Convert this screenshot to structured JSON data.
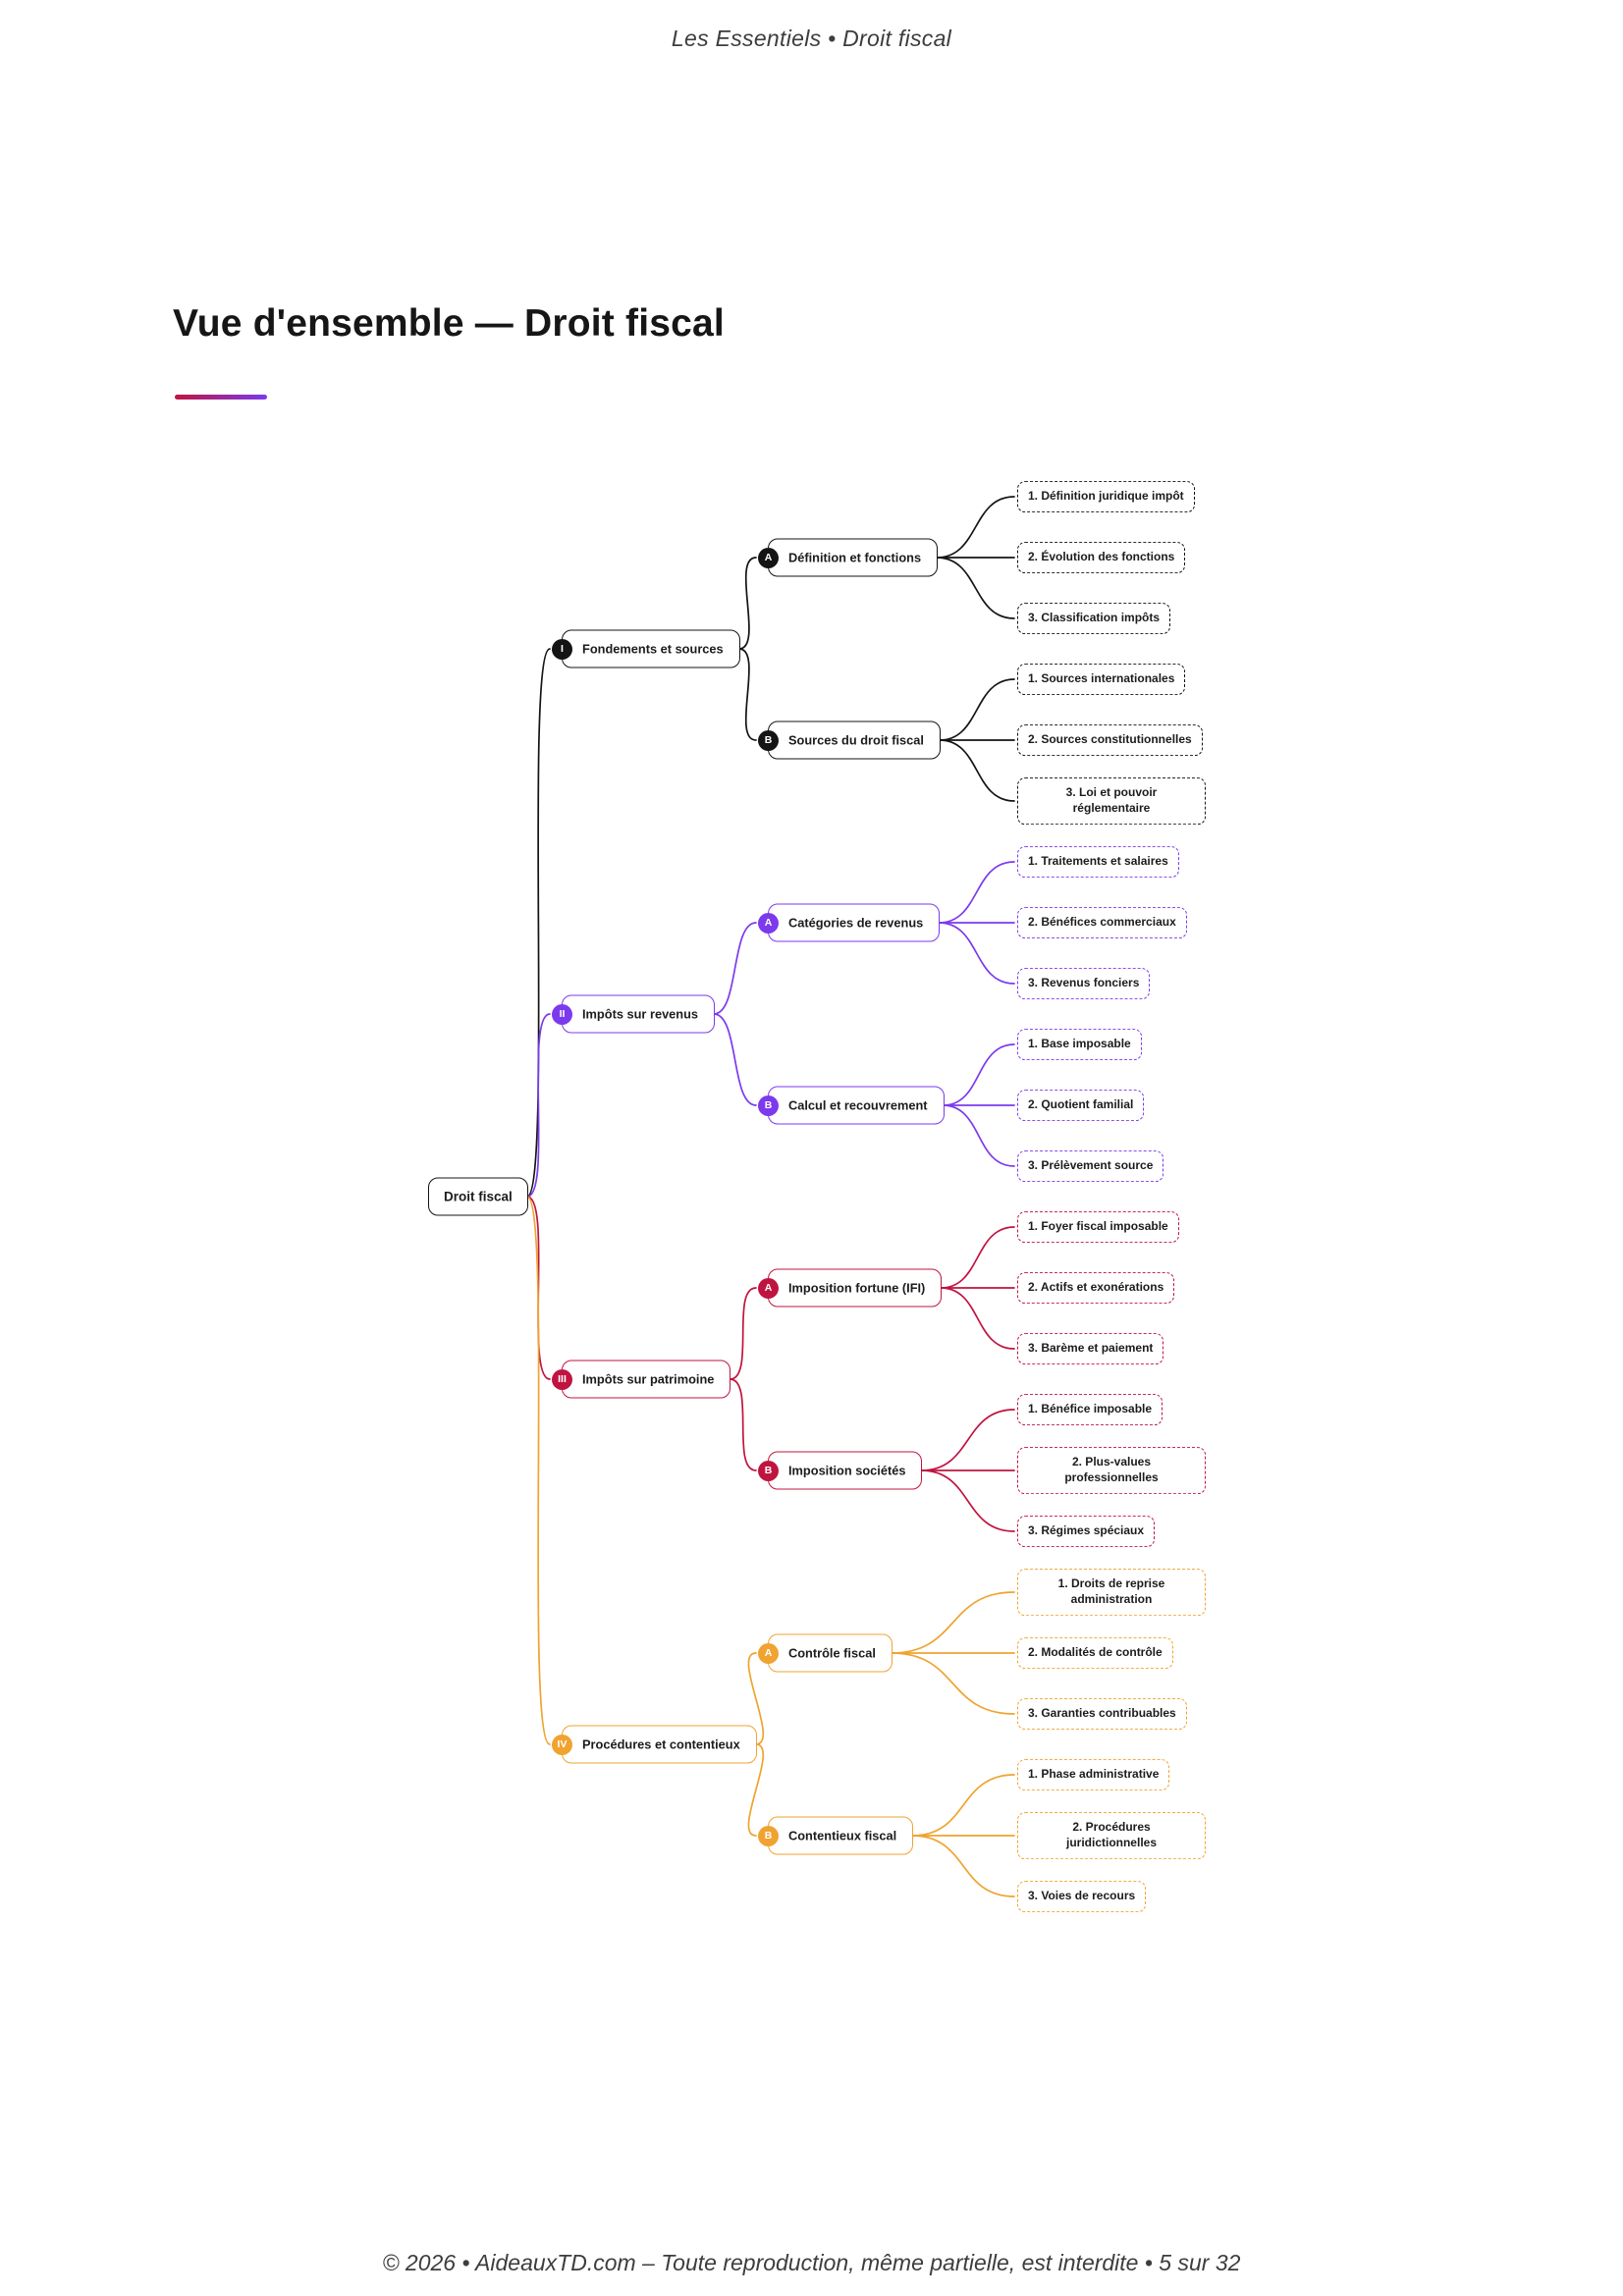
{
  "page": {
    "header": "Les Essentiels • Droit fiscal",
    "title": "Vue d'ensemble — Droit fiscal",
    "footer": "© 2026 • AideauxTD.com – Toute reproduction, même partielle, est interdite • 5 sur 32",
    "accent_from": "#c01440",
    "accent_to": "#7c3aed"
  },
  "mindmap": {
    "root": "Droit fiscal",
    "branches": [
      {
        "badge": "I",
        "label": "Fondements et sources",
        "color": "#141414",
        "children": [
          {
            "badge": "A",
            "label": "Définition et fonctions",
            "leaves": [
              "1. Définition juridique impôt",
              "2. Évolution des fonctions",
              "3. Classification impôts"
            ]
          },
          {
            "badge": "B",
            "label": "Sources du droit fiscal",
            "leaves": [
              "1. Sources internationales",
              "2. Sources constitutionnelles",
              "3. Loi et pouvoir réglementaire"
            ]
          }
        ]
      },
      {
        "badge": "II",
        "label": "Impôts sur revenus",
        "color": "#7c3aed",
        "children": [
          {
            "badge": "A",
            "label": "Catégories de revenus",
            "leaves": [
              "1. Traitements et salaires",
              "2. Bénéfices commerciaux",
              "3. Revenus fonciers"
            ]
          },
          {
            "badge": "B",
            "label": "Calcul et recouvrement",
            "leaves": [
              "1. Base imposable",
              "2. Quotient familial",
              "3. Prélèvement source"
            ]
          }
        ]
      },
      {
        "badge": "III",
        "label": "Impôts sur patrimoine",
        "color": "#c01440",
        "children": [
          {
            "badge": "A",
            "label": "Imposition fortune (IFI)",
            "leaves": [
              "1. Foyer fiscal imposable",
              "2. Actifs et exonérations",
              "3. Barème et paiement"
            ]
          },
          {
            "badge": "B",
            "label": "Imposition sociétés",
            "leaves": [
              "1. Bénéfice imposable",
              "2. Plus-values professionnelles",
              "3. Régimes spéciaux"
            ]
          }
        ]
      },
      {
        "badge": "IV",
        "label": "Procédures et contentieux",
        "color": "#f0a330",
        "children": [
          {
            "badge": "A",
            "label": "Contrôle fiscal",
            "leaves": [
              "1. Droits de reprise administration",
              "2. Modalités de contrôle",
              "3. Garanties contribuables"
            ]
          },
          {
            "badge": "B",
            "label": "Contentieux fiscal",
            "leaves": [
              "1. Phase administrative",
              "2. Procédures juridictionnelles",
              "3. Voies de recours"
            ]
          }
        ]
      }
    ]
  }
}
